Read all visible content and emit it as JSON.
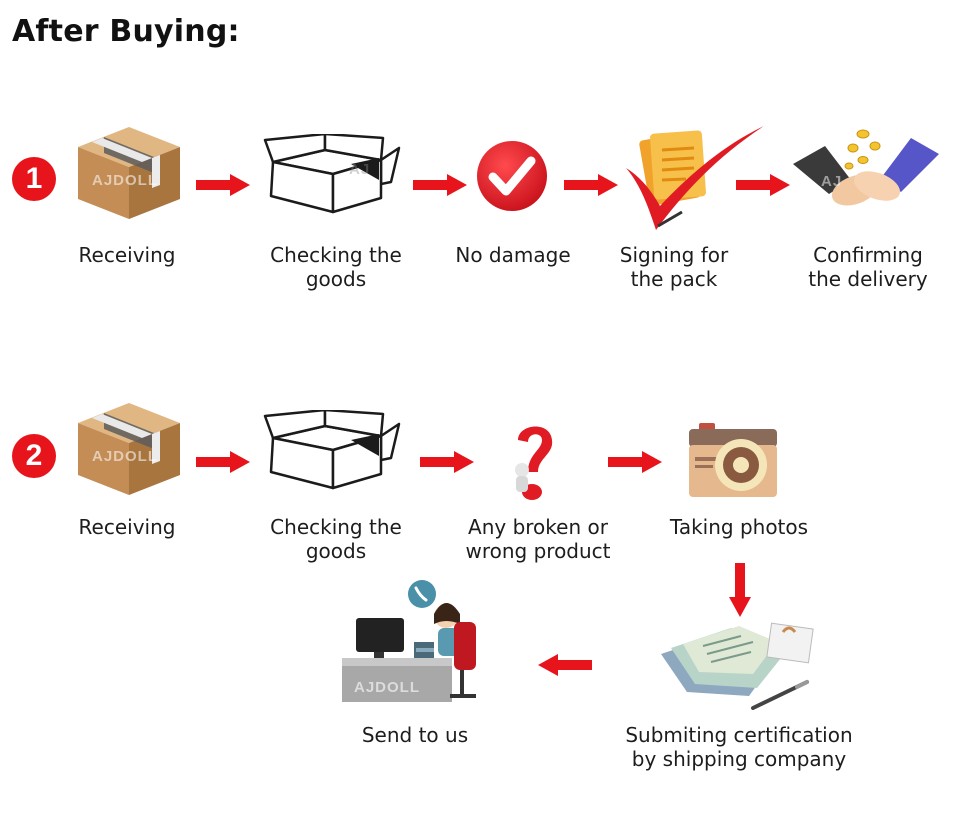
{
  "title": "After Buying:",
  "watermark": "AJDOLL",
  "row1": {
    "badge": "1",
    "steps": [
      {
        "icon": "cardboard-box-icon",
        "label_lines": [
          "Receiving"
        ]
      },
      {
        "icon": "open-box-icon",
        "label_lines": [
          "Checking the",
          "goods"
        ]
      },
      {
        "icon": "red-checkmark-icon",
        "label_lines": [
          "No damage"
        ]
      },
      {
        "icon": "signed-document-icon",
        "label_lines": [
          "Signing for",
          "the pack"
        ]
      },
      {
        "icon": "handshake-icon",
        "label_lines": [
          "Confirming",
          "the delivery"
        ]
      }
    ]
  },
  "row2": {
    "badge": "2",
    "steps": [
      {
        "icon": "cardboard-box-icon",
        "label_lines": [
          "Receiving"
        ]
      },
      {
        "icon": "open-box-icon",
        "label_lines": [
          "Checking the",
          "goods"
        ]
      },
      {
        "icon": "question-mark-icon",
        "label_lines": [
          "Any broken or",
          "wrong product"
        ]
      },
      {
        "icon": "camera-icon",
        "label_lines": [
          "Taking photos"
        ]
      }
    ]
  },
  "row3": {
    "steps": [
      {
        "icon": "shipping-documents-icon",
        "label_lines": [
          "Submiting certification",
          "by shipping company"
        ]
      },
      {
        "icon": "customer-service-icon",
        "label_lines": [
          "Send to us"
        ]
      }
    ]
  },
  "colors": {
    "badge": "#e8141c",
    "arrow": "#e8141c",
    "box": "#c99a63",
    "check": "#e01b23"
  }
}
